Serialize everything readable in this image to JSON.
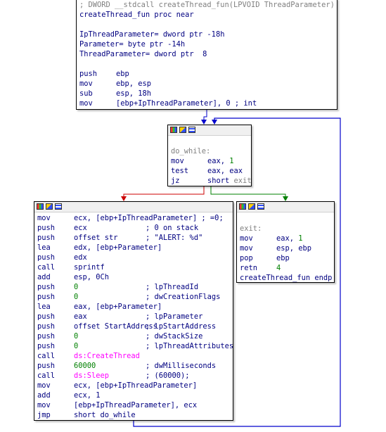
{
  "colors": {
    "text": "#000080",
    "comment": "#808080",
    "number": "#008000",
    "import": "#ff00ff",
    "edge_true": "#cc0000",
    "edge_false": "#008000",
    "edge_loop": "#0000cc"
  },
  "header_icons": [
    "graph-view-icon",
    "edit-node-icon",
    "node-list-icon"
  ],
  "node_top": {
    "proto_comment": "; DWORD __stdcall createThread_fun(LPVOID ThreadParameter)",
    "proc": "createThread_fun proc near",
    "vars": [
      {
        "name": "IpThreadParameter",
        "def": "= dword ptr -18h"
      },
      {
        "name": "Parameter",
        "def": "= byte ptr -14h"
      },
      {
        "name": "ThreadParameter",
        "def": "= dword ptr  8"
      }
    ],
    "ins": [
      {
        "op": "push",
        "arg": "ebp"
      },
      {
        "op": "mov",
        "arg": "ebp, esp"
      },
      {
        "op": "sub",
        "arg": "esp, 18h"
      },
      {
        "op": "mov",
        "arg_pre": "[ebp+",
        "arg_var": "IpThreadParameter",
        "arg_post": "], 0 ; int"
      }
    ]
  },
  "node_loop": {
    "label": "do_while:",
    "ins": [
      {
        "op": "mov",
        "a": "eax, ",
        "b": "1"
      },
      {
        "op": "test",
        "a": "eax, eax",
        "b": ""
      },
      {
        "op": "jz",
        "a": "short ",
        "b": "exit"
      }
    ]
  },
  "node_body": {
    "rows": [
      {
        "op": "mov",
        "arg": "ecx, [ebp+IpThreadParameter] ; =0;"
      },
      {
        "op": "push",
        "arg": "ecx",
        "cmt": "; 0 on stack"
      },
      {
        "op": "push",
        "arg": "offset str",
        "cmt": "; \"ALERT: %d\""
      },
      {
        "op": "lea",
        "arg": "edx, [ebp+Parameter]"
      },
      {
        "op": "push",
        "arg": "edx"
      },
      {
        "op": "call",
        "arg": "sprintf"
      },
      {
        "op": "add",
        "arg": "esp, 0Ch"
      },
      {
        "op": "push",
        "arg": "0",
        "cmt": "; lpThreadId"
      },
      {
        "op": "push",
        "arg": "0",
        "cmt": "; dwCreationFlags"
      },
      {
        "op": "lea",
        "arg": "eax, [ebp+Parameter]"
      },
      {
        "op": "push",
        "arg": "eax",
        "cmt": "; lpParameter"
      },
      {
        "op": "push",
        "arg": "offset StartAddress",
        "cmt": "; lpStartAddress"
      },
      {
        "op": "push",
        "arg": "0",
        "cmt": "; dwStackSize"
      },
      {
        "op": "push",
        "arg": "0",
        "cmt": "; lpThreadAttributes"
      },
      {
        "op": "call",
        "arg": "ds:CreateThread"
      },
      {
        "op": "push",
        "arg": "60000",
        "cmt": "; dwMilliseconds"
      },
      {
        "op": "call",
        "arg": "ds:Sleep",
        "cmt": "; (60000);"
      },
      {
        "op": "mov",
        "arg": "ecx, [ebp+IpThreadParameter]"
      },
      {
        "op": "add",
        "arg": "ecx, 1"
      },
      {
        "op": "mov",
        "arg": "[ebp+IpThreadParameter], ecx"
      },
      {
        "op": "jmp",
        "arg": "short do_while"
      }
    ]
  },
  "node_exit": {
    "label": "exit:",
    "ins": [
      {
        "op": "mov",
        "a": "eax, ",
        "b": "1"
      },
      {
        "op": "mov",
        "a": "esp, ebp",
        "b": ""
      },
      {
        "op": "pop",
        "a": "ebp",
        "b": ""
      },
      {
        "op": "retn",
        "a": "",
        "b": "4"
      }
    ],
    "endp": "createThread_fun endp"
  }
}
